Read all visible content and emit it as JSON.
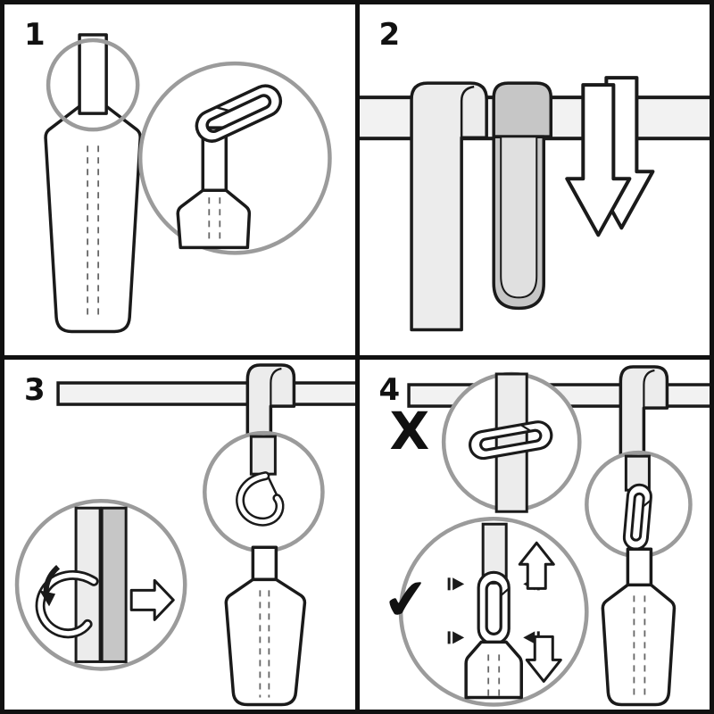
{
  "diagram": {
    "panels": [
      {
        "number": "1"
      },
      {
        "number": "2"
      },
      {
        "number": "3"
      },
      {
        "number": "4",
        "wrong_mark": "X",
        "check_mark": "✔"
      }
    ],
    "colors": {
      "line": "#1a1a1a",
      "strap_light": "#ececec",
      "strap_dark": "#c6c6c6",
      "rod_fill": "#f2f2f2",
      "zoom_circle_outline": "#9b9b9b",
      "background": "#ffffff",
      "frame": "#111111"
    }
  }
}
